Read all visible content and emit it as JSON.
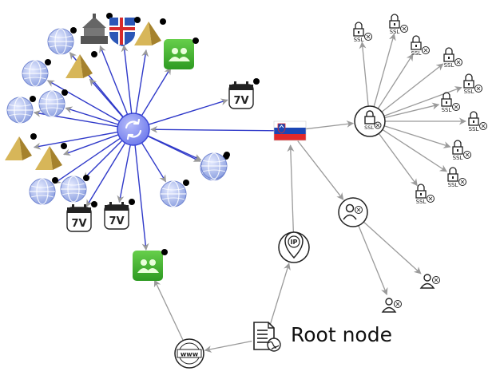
{
  "diagram": {
    "root_label": "Root node",
    "ip_label": "IP",
    "www_label": "www",
    "ssl_label": "SSL",
    "calendar_label": "7V",
    "colors": {
      "hub_fill": "#8d97f0",
      "hub_stroke": "#3b47d6",
      "blue_edge": "#2f39c9",
      "gray_edge": "#9a9a9a",
      "globe": "#8b9fe0",
      "pyramid": "#c9a646",
      "contact_green": "#3cab2c",
      "flag_white": "#ffffff",
      "flag_blue": "#1b47b5",
      "flag_red": "#e2292a",
      "iceland_blue": "#2c57b7",
      "iceland_red": "#d72b2b"
    },
    "nodes": [
      {
        "id": "hub",
        "type": "hub",
        "name": "hub-node"
      },
      {
        "id": "flag_si",
        "type": "flag",
        "name": "slovenia-flag-node"
      },
      {
        "id": "ssl_hub",
        "type": "ssl-big",
        "name": "ssl-hub-node"
      },
      {
        "id": "user_hub",
        "type": "user-big",
        "name": "user-hub-node"
      },
      {
        "id": "ip",
        "type": "ip",
        "name": "ip-node"
      },
      {
        "id": "www",
        "type": "www",
        "name": "www-node"
      },
      {
        "id": "root",
        "type": "doc",
        "name": "root-node"
      },
      {
        "id": "contact_bottom",
        "type": "contact",
        "name": "contact-node"
      },
      {
        "id": "cal1",
        "type": "calendar",
        "name": "calendar-node"
      },
      {
        "id": "cal2",
        "type": "calendar",
        "name": "calendar-node"
      },
      {
        "id": "cal3",
        "type": "calendar",
        "name": "calendar-node"
      },
      {
        "id": "g1",
        "type": "globe",
        "name": "globe-node"
      },
      {
        "id": "g2",
        "type": "globe",
        "name": "globe-node"
      },
      {
        "id": "g3",
        "type": "globe",
        "name": "globe-node"
      },
      {
        "id": "g4",
        "type": "globe",
        "name": "globe-node"
      },
      {
        "id": "g5",
        "type": "globe",
        "name": "globe-node"
      },
      {
        "id": "g6",
        "type": "globe",
        "name": "globe-node"
      },
      {
        "id": "g7",
        "type": "globe",
        "name": "globe-node"
      },
      {
        "id": "g8",
        "type": "globe",
        "name": "globe-node"
      },
      {
        "id": "g9",
        "type": "globe",
        "name": "globe-node"
      },
      {
        "id": "p1",
        "type": "pyramid",
        "name": "pyramid-node"
      },
      {
        "id": "p2",
        "type": "pyramid",
        "name": "pyramid-node"
      },
      {
        "id": "p3",
        "type": "pyramid",
        "name": "pyramid-node"
      },
      {
        "id": "p4",
        "type": "pyramid",
        "name": "pyramid-node"
      },
      {
        "id": "temple",
        "type": "temple",
        "name": "landmark-node"
      },
      {
        "id": "flag_is",
        "type": "iceland",
        "name": "iceland-flag-node"
      },
      {
        "id": "contact_top",
        "type": "contact",
        "name": "contact-node"
      },
      {
        "id": "s1",
        "type": "ssl",
        "name": "ssl-lock-node"
      },
      {
        "id": "s2",
        "type": "ssl",
        "name": "ssl-lock-node"
      },
      {
        "id": "s3",
        "type": "ssl",
        "name": "ssl-lock-node"
      },
      {
        "id": "s4",
        "type": "ssl",
        "name": "ssl-lock-node"
      },
      {
        "id": "s5",
        "type": "ssl",
        "name": "ssl-lock-node"
      },
      {
        "id": "s6",
        "type": "ssl",
        "name": "ssl-lock-node"
      },
      {
        "id": "s7",
        "type": "ssl",
        "name": "ssl-lock-node"
      },
      {
        "id": "s8",
        "type": "ssl",
        "name": "ssl-lock-node"
      },
      {
        "id": "s9",
        "type": "ssl",
        "name": "ssl-lock-node"
      },
      {
        "id": "s10",
        "type": "ssl",
        "name": "ssl-lock-node"
      },
      {
        "id": "u1",
        "type": "user",
        "name": "user-node"
      },
      {
        "id": "u2",
        "type": "user",
        "name": "user-node"
      }
    ],
    "edges": [
      {
        "from": "root",
        "to": "www",
        "color": "gray"
      },
      {
        "from": "root",
        "to": "ip",
        "color": "gray"
      },
      {
        "from": "www",
        "to": "contact_bottom",
        "color": "gray"
      },
      {
        "from": "ip",
        "to": "flag_si",
        "color": "gray"
      },
      {
        "from": "flag_si",
        "to": "hub",
        "color": "blue"
      },
      {
        "from": "flag_si",
        "to": "ssl_hub",
        "color": "gray"
      },
      {
        "from": "flag_si",
        "to": "user_hub",
        "color": "gray"
      },
      {
        "from": "ssl_hub",
        "to": "s1",
        "color": "gray"
      },
      {
        "from": "ssl_hub",
        "to": "s2",
        "color": "gray"
      },
      {
        "from": "ssl_hub",
        "to": "s3",
        "color": "gray"
      },
      {
        "from": "ssl_hub",
        "to": "s4",
        "color": "gray"
      },
      {
        "from": "ssl_hub",
        "to": "s5",
        "color": "gray"
      },
      {
        "from": "ssl_hub",
        "to": "s6",
        "color": "gray"
      },
      {
        "from": "ssl_hub",
        "to": "s7",
        "color": "gray"
      },
      {
        "from": "ssl_hub",
        "to": "s8",
        "color": "gray"
      },
      {
        "from": "ssl_hub",
        "to": "s9",
        "color": "gray"
      },
      {
        "from": "ssl_hub",
        "to": "s10",
        "color": "gray"
      },
      {
        "from": "user_hub",
        "to": "u1",
        "color": "gray"
      },
      {
        "from": "user_hub",
        "to": "u2",
        "color": "gray"
      },
      {
        "from": "hub",
        "to": "contact_bottom",
        "color": "blue"
      },
      {
        "from": "hub",
        "to": "cal1",
        "color": "blue"
      },
      {
        "from": "hub",
        "to": "cal2",
        "color": "blue"
      },
      {
        "from": "hub",
        "to": "cal3",
        "color": "blue"
      },
      {
        "from": "hub",
        "to": "g1",
        "color": "blue"
      },
      {
        "from": "hub",
        "to": "g2",
        "color": "blue"
      },
      {
        "from": "hub",
        "to": "g3",
        "color": "blue"
      },
      {
        "from": "hub",
        "to": "g4",
        "color": "blue"
      },
      {
        "from": "hub",
        "to": "g5",
        "color": "blue"
      },
      {
        "from": "hub",
        "to": "g6",
        "color": "blue"
      },
      {
        "from": "hub",
        "to": "g7",
        "color": "blue"
      },
      {
        "from": "hub",
        "to": "g8",
        "color": "blue"
      },
      {
        "from": "hub",
        "to": "g9",
        "color": "blue"
      },
      {
        "from": "hub",
        "to": "p1",
        "color": "blue"
      },
      {
        "from": "hub",
        "to": "p2",
        "color": "blue"
      },
      {
        "from": "hub",
        "to": "p3",
        "color": "blue"
      },
      {
        "from": "hub",
        "to": "p4",
        "color": "blue"
      },
      {
        "from": "hub",
        "to": "temple",
        "color": "blue"
      },
      {
        "from": "hub",
        "to": "flag_is",
        "color": "blue"
      },
      {
        "from": "hub",
        "to": "contact_top",
        "color": "blue"
      }
    ]
  }
}
